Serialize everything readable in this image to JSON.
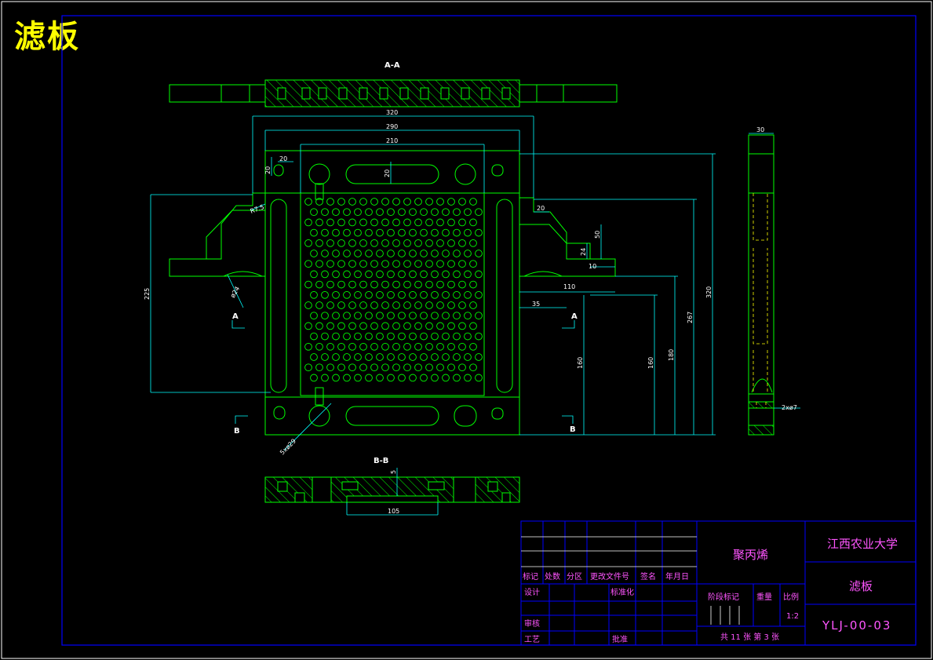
{
  "title": "滤板",
  "views": {
    "section_aa": "A-A",
    "section_bb": "B-B",
    "mark_a_left": "A",
    "mark_a_right": "A",
    "mark_b_left": "B",
    "mark_b_right": "B"
  },
  "dimensions": {
    "w320": "320",
    "w290": "290",
    "w210": "210",
    "d20a": "20",
    "d20b": "20",
    "d20c": "20",
    "d20r": "20",
    "r75": "R7.5",
    "d50": "50",
    "d24": "24",
    "d10": "10",
    "d110": "110",
    "d35": "35",
    "h225": "225",
    "h160a": "160",
    "h160b": "160",
    "h180": "180",
    "h267": "267",
    "h320": "320",
    "d30": "30",
    "hole": "2xø7",
    "phi24": "ø24",
    "phi": "5xø29",
    "d105": "105",
    "d5": "5"
  },
  "title_block": {
    "material": "聚丙烯",
    "school": "江西农业大学",
    "part_name": "滤板",
    "drawing_no": "YLJ-00-03",
    "scale": "1:2",
    "sheet_info": "共 11 张 第 3 张",
    "headers": {
      "mark": "标记",
      "count": "处数",
      "zone": "分区",
      "change_doc": "更改文件号",
      "signature": "签名",
      "date": "年月日",
      "design": "设计",
      "standardize": "标准化",
      "review": "审核",
      "process": "工艺",
      "approve": "批准",
      "stage_mark": "阶段标记",
      "weight": "重量",
      "ratio": "比例"
    }
  },
  "colors": {
    "border": "#0000ff",
    "outline": "#00ff00",
    "dimension": "#00ffff",
    "text_title": "#ffff00",
    "text_block": "#ff55ff",
    "hatch": "#00ff00"
  }
}
